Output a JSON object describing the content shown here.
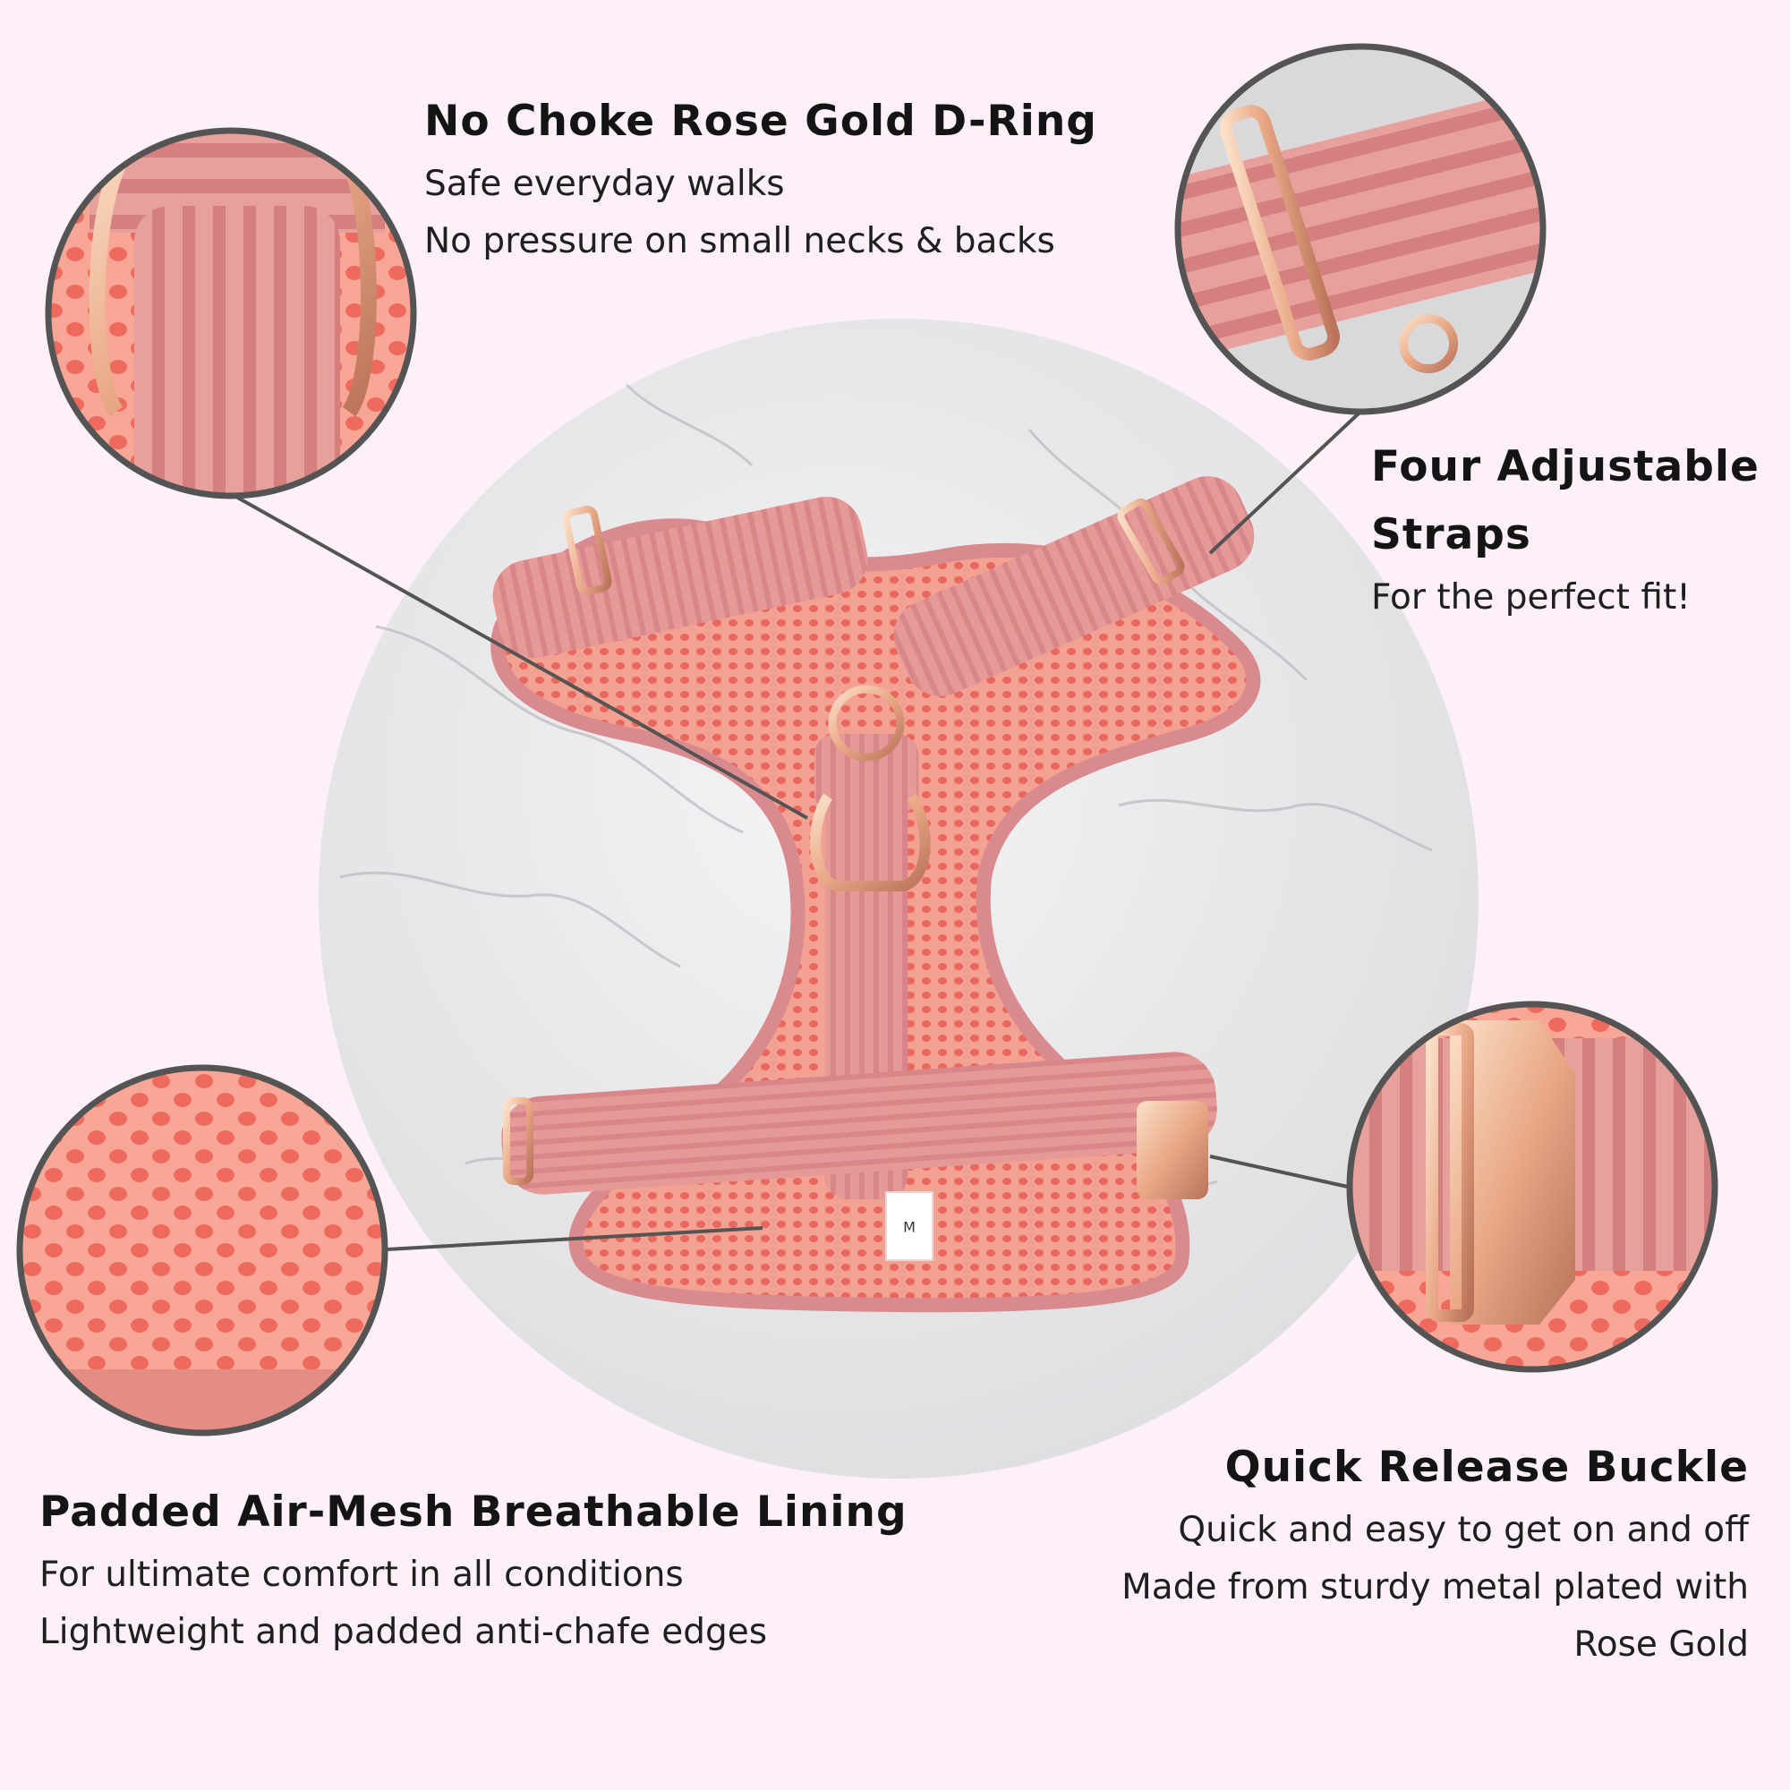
{
  "features": {
    "d_ring": {
      "title": "No Choke Rose Gold D-Ring",
      "lines": [
        "Safe everyday walks",
        "No pressure on small necks & backs"
      ]
    },
    "straps": {
      "title": "Four Adjustable Straps",
      "lines": [
        "For the perfect fit!"
      ]
    },
    "mesh": {
      "title": "Padded Air-Mesh Breathable Lining",
      "lines": [
        "For ultimate comfort in all conditions",
        "Lightweight and padded anti-chafe edges"
      ]
    },
    "buckle": {
      "title": "Quick Release Buckle",
      "lines": [
        "Quick and easy to get on and off",
        "Made from sturdy metal plated with",
        "Rose Gold"
      ]
    }
  },
  "size_tag": "M",
  "colors": {
    "background": "#fdf0f8",
    "harness_pink": "#e59a98",
    "mesh_coral": "#f0776a",
    "rose_gold": "#e8a883",
    "marble": "#e9e9ec",
    "callout_ring": "#545454"
  }
}
